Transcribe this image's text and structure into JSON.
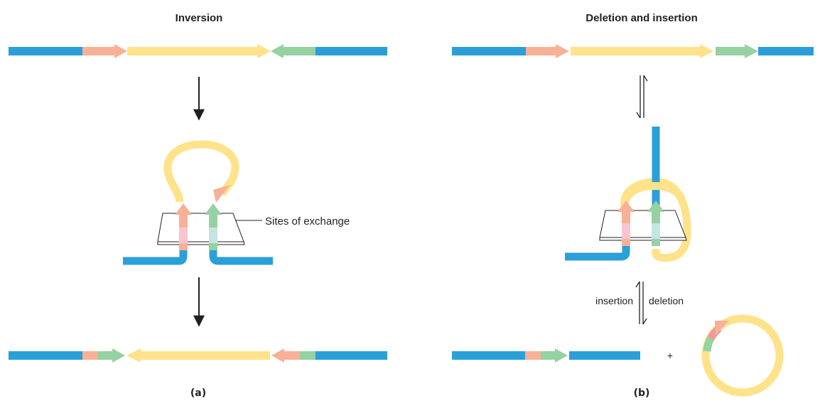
{
  "panel_a": {
    "title": "Inversion",
    "label": "(a)",
    "callout": "Sites of exchange"
  },
  "panel_b": {
    "title": "Deletion and insertion",
    "label": "(b)",
    "insertion_label": "insertion",
    "deletion_label": "deletion",
    "plus": "+"
  },
  "colors": {
    "dna_blue": "#2a9fd8",
    "insert_yellow": "#ffe289",
    "site_salmon": "#f8b196",
    "site_green": "#96d1a2",
    "site_pink": "#f6c5d0",
    "site_teal": "#c4e5e3",
    "site_red": "#f19a9a",
    "arrow_black": "#231f20"
  }
}
